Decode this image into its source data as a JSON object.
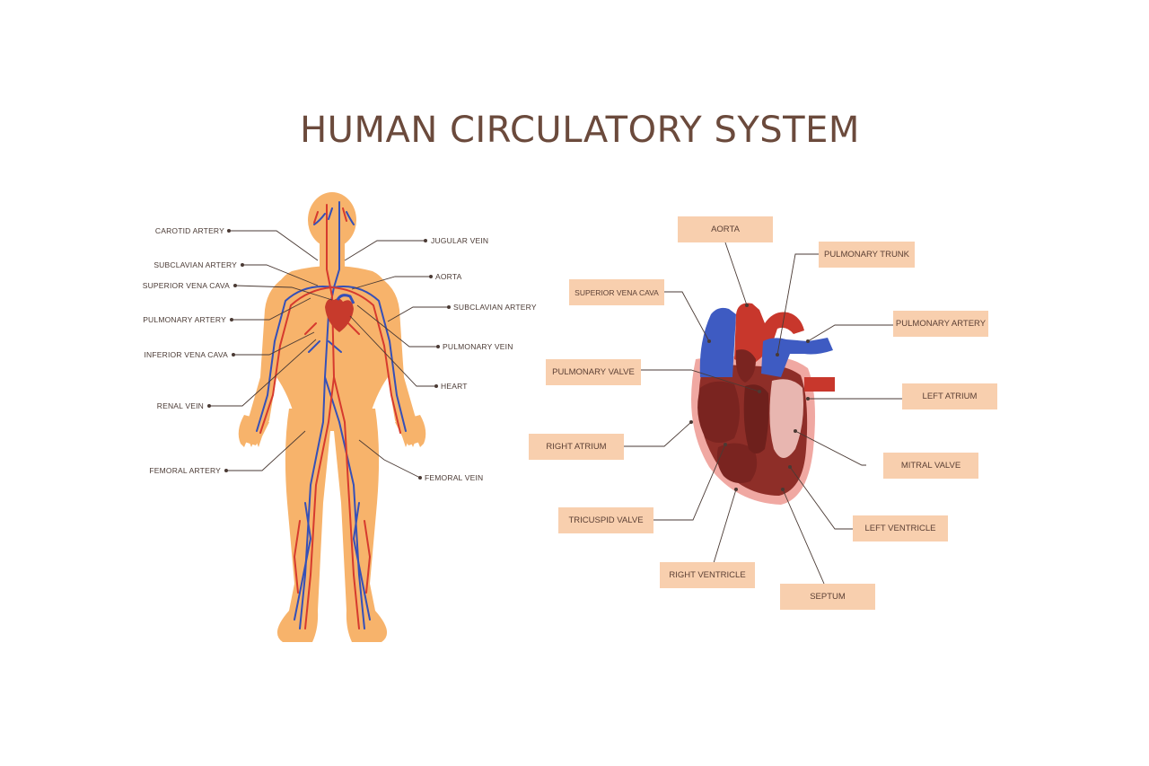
{
  "title": "HUMAN CIRCULATORY SYSTEM",
  "colors": {
    "skin": "#f7b36b",
    "artery": "#d63a2e",
    "vein": "#3550b8",
    "label_box": "#f8cfae",
    "leader": "#4a3a34",
    "title": "#6b4a3c"
  },
  "body_labels": {
    "carotid_artery": "CAROTID ARTERY",
    "subclavian_artery_left": "SUBCLAVIAN ARTERY",
    "superior_vena_cava": "SUPERIOR VENA CAVA",
    "pulmonary_artery": "PULMONARY ARTERY",
    "inferior_vena_cava": "INFERIOR VENA CAVA",
    "renal_vein": "RENAL VEIN",
    "femoral_artery": "FEMORAL ARTERY",
    "jugular_vein": "JUGULAR VEIN",
    "aorta": "AORTA",
    "subclavian_artery_right": "SUBCLAVIAN ARTERY",
    "pulmonary_vein": "PULMONARY VEIN",
    "heart": "HEART",
    "femoral_vein": "FEMORAL VEIN"
  },
  "heart_labels": {
    "aorta": "AORTA",
    "pulmonary_trunk": "PULMONARY TRUNK",
    "superior_vena_cava": "SUPERIOR VENA CAVA",
    "pulmonary_artery": "PULMONARY ARTERY",
    "pulmonary_valve": "PULMONARY VALVE",
    "left_atrium": "LEFT ATRIUM",
    "right_atrium": "RIGHT ATRIUM",
    "mitral_valve": "MITRAL VALVE",
    "tricuspid_valve": "TRICUSPID VALVE",
    "left_ventricle": "LEFT VENTRICLE",
    "right_ventricle": "RIGHT VENTRICLE",
    "septum": "SEPTUM"
  }
}
